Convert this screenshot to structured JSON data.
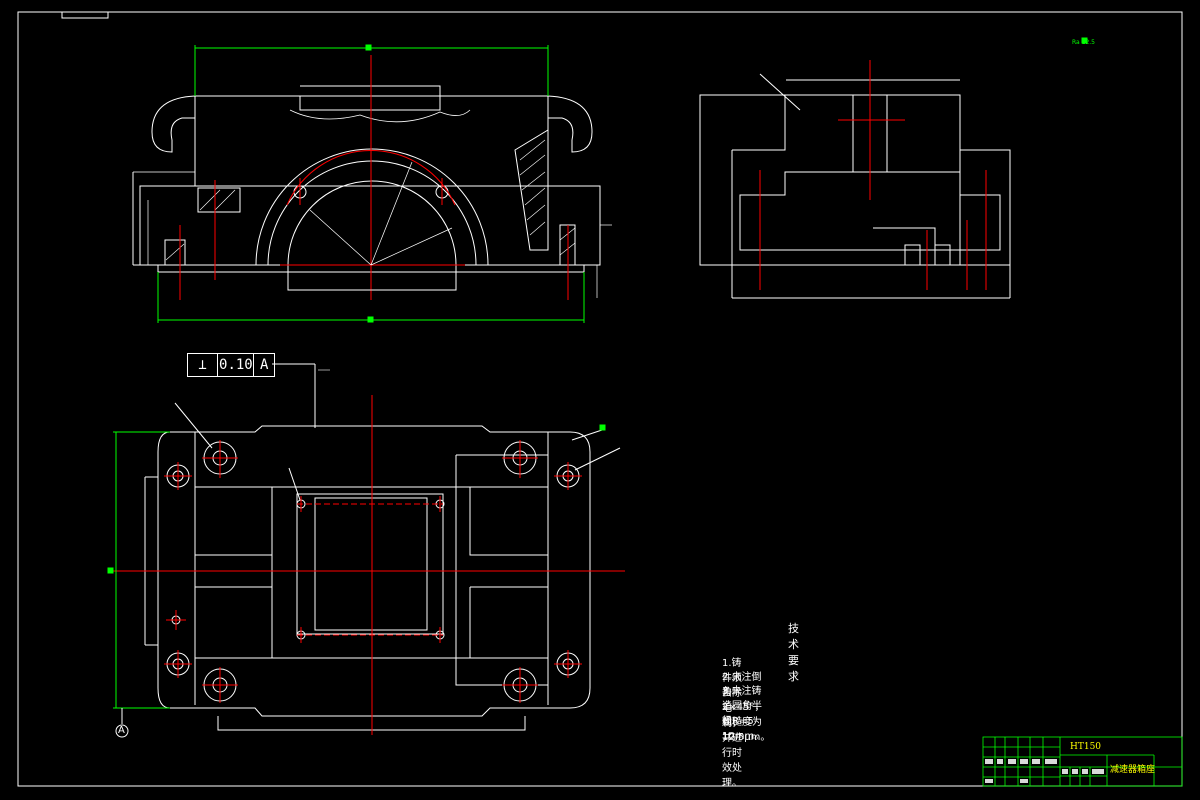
{
  "tolerance": {
    "symbol": "⊥",
    "value": "0.10",
    "datum": "A"
  },
  "datum_label": "A",
  "surface_mark": "Ra 12.5",
  "notes": {
    "title": "技术要求",
    "lines": [
      "1.铸件须去除毛刺，并进行时效处理。",
      "2.未注倒角2×45°，粗糙度为12.5μm。",
      "3.未注铸造圆角半径R=5-10mm。"
    ]
  },
  "title_block": {
    "material": "HT150",
    "part_name": "减速器箱座"
  },
  "colors": {
    "outline": "#ffffff",
    "centerline": "#ff0000",
    "dimension": "#00ff00",
    "frame": "#ffffff",
    "titleblock": "#00ff00"
  }
}
